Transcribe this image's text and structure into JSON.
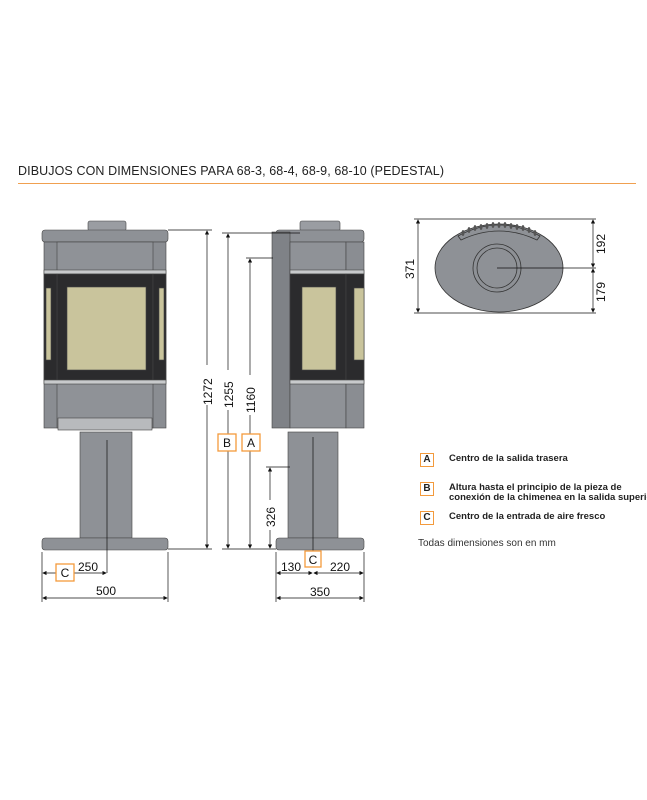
{
  "title": "DIBUJOS CON DIMENSIONES PARA 68-3, 68-4, 68-9, 68-10 (PEDESTAL)",
  "dimensions": {
    "height_total": "1272",
    "height_b": "1255",
    "height_a": "1160",
    "height_c": "326",
    "front_c_offset": "250",
    "front_width": "500",
    "side_c_front": "130",
    "side_c_back": "220",
    "side_depth": "350",
    "top_depth": "371",
    "top_front": "192",
    "top_back": "179"
  },
  "markers": {
    "a": "A",
    "b": "B",
    "c": "C"
  },
  "legend": [
    {
      "key": "A",
      "text": "Centro de la salida trasera"
    },
    {
      "key": "B",
      "text": "Altura hasta el principio de la pieza de conexión de la chimenea en la salida superior"
    },
    {
      "key": "C",
      "text": "Centro de la entrada de aire fresco"
    }
  ],
  "note": "Todas dimensiones son en mm",
  "colors": {
    "accent": "#f39a3c",
    "stove": "#8e9196",
    "glass": "#c9c49c"
  }
}
